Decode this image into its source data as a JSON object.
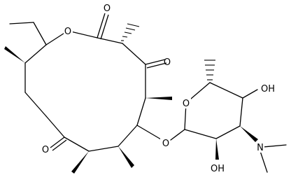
{
  "molecule": {
    "atom_labels": {
      "ring_oxygen": "O",
      "lactone_carbonyl_oxygen": "O",
      "ketone_oxygen_top": "O",
      "ketone_oxygen_left": "O",
      "glycoside_oxygen": "O",
      "sugar_ring_oxygen": "O",
      "hydroxyl_top": "OH",
      "hydroxyl_bottom": "OH",
      "amine_nitrogen": "N"
    }
  }
}
